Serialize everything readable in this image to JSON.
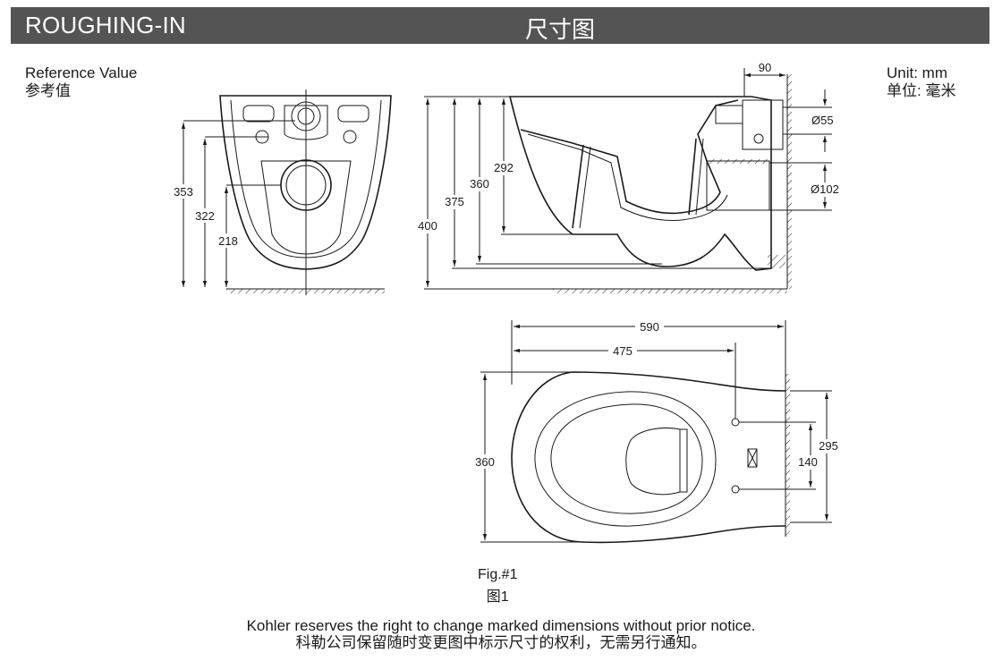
{
  "header": {
    "title_left": "ROUGHING-IN",
    "title_right": "尺寸图"
  },
  "reference": {
    "line1": "Reference Value",
    "line2": "参考值"
  },
  "unit": {
    "line1": "Unit: mm",
    "line2": "单位: 毫米"
  },
  "front_view": {
    "dims": [
      "353",
      "322",
      "218"
    ]
  },
  "side_view": {
    "dims": [
      "90",
      "Ø55",
      "Ø102",
      "292",
      "360",
      "375",
      "400"
    ]
  },
  "top_view": {
    "dims": [
      "590",
      "475",
      "360",
      "295",
      "140"
    ]
  },
  "figure": {
    "label": "Fig.#1",
    "label_cn": "图1"
  },
  "notice": {
    "en": "Kohler reserves the right to change marked dimensions without prior notice.",
    "cn": "科勒公司保留随时变更图中标示尺寸的权利，无需另行通知。"
  }
}
